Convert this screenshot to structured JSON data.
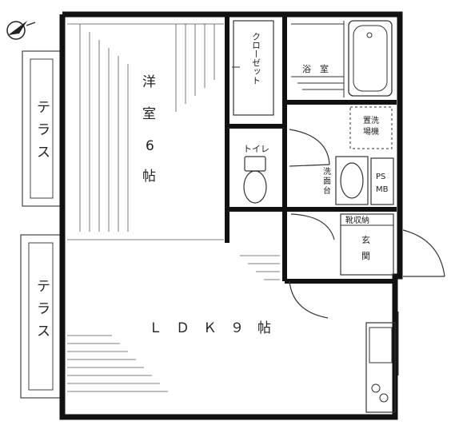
{
  "rooms": {
    "western_room": [
      "洋",
      "室",
      "6",
      "帖"
    ],
    "ldk": "Ｌ　Ｄ　Ｋ　９　帖",
    "closet": "クローゼット",
    "bath": "浴　室",
    "toilet": "トイレ",
    "washer": [
      "置洗",
      "場機"
    ],
    "washstand": [
      "洗",
      "面",
      "台"
    ],
    "ps_mb": [
      "PS",
      "MB"
    ],
    "shoe_storage": "靴収納",
    "entrance": [
      "玄",
      "関"
    ],
    "terrace_upper": [
      "テ",
      "ラ",
      "ス"
    ],
    "terrace_lower": [
      "テ",
      "ラ",
      "ス"
    ]
  },
  "colors": {
    "wall": "#111111",
    "line": "#333333",
    "background": "#ffffff"
  },
  "icons": {
    "north": "north-arrow-icon"
  }
}
